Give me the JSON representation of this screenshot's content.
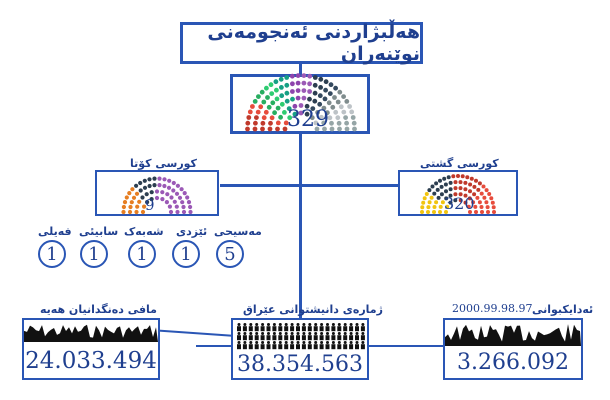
{
  "title": "هەڵبژاردنی ئەنجومەنی نوێنەران",
  "parliament": {
    "total": "329"
  },
  "quota": {
    "label": "کورسی کۆتا",
    "total": "9"
  },
  "general": {
    "label": "کورسی گشتی",
    "total": "320"
  },
  "minorities": [
    {
      "label": "مەسیحی",
      "value": "5"
    },
    {
      "label": "ئێزدی",
      "value": "1"
    },
    {
      "label": "شەبەک",
      "value": "1"
    },
    {
      "label": "سابیئی",
      "value": "1"
    },
    {
      "label": "فەیلی",
      "value": "1"
    }
  ],
  "stats": {
    "eligible": {
      "label": "مافی دەنگدانیان هەیە",
      "value": "24.033.494"
    },
    "population": {
      "label": "ژمارەی دانیشتوانی عێراق",
      "value": "38.354.563"
    },
    "ids": {
      "label": "ئەدایکبوانی",
      "years": "2000.99.98.97",
      "value": "3.266.092"
    }
  },
  "colors": {
    "line": "#2a56b5",
    "text": "#1f3f8f"
  }
}
